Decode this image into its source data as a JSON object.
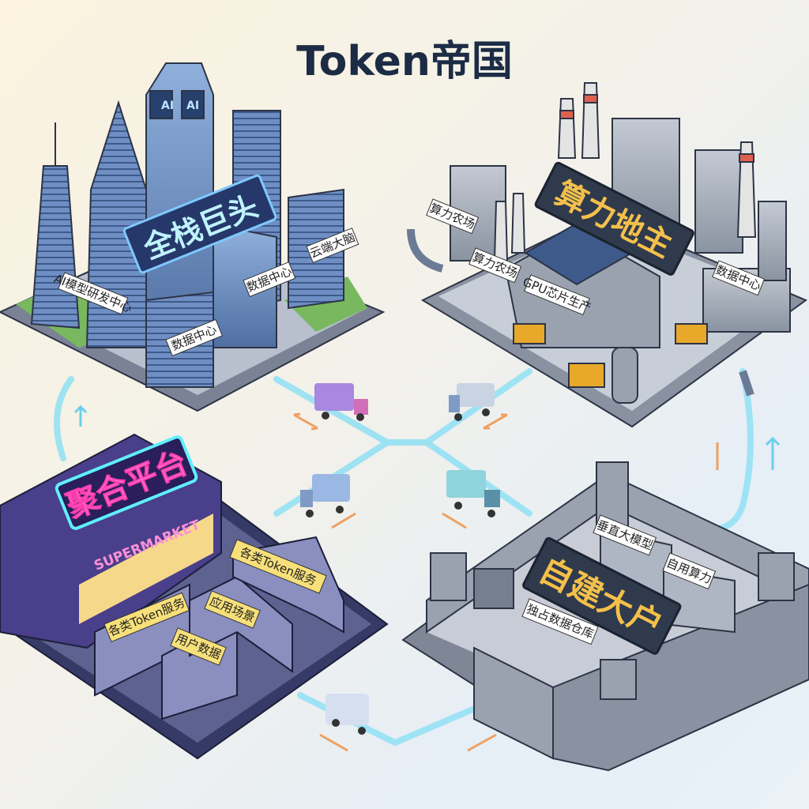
{
  "title": "Token帝国",
  "districts": {
    "fullstack": {
      "sign": "全栈巨头",
      "labels": [
        "AI模型研发中心",
        "数据中心",
        "数据中心",
        "云端大脑"
      ],
      "tower_badge": "AI"
    },
    "compute": {
      "sign": "算力地主",
      "labels": [
        "算力农场",
        "算力农场",
        "GPU芯片生产",
        "数据中心"
      ]
    },
    "aggregator": {
      "sign": "聚合平台",
      "subsign": "SUPERMARKET",
      "labels": [
        "各类Token服务",
        "各类Token服务",
        "应用场景",
        "用户数据"
      ]
    },
    "selfbuilt": {
      "sign": "自建大户",
      "labels": [
        "垂直大模型",
        "自用算力",
        "独占数据仓库"
      ]
    }
  },
  "colors": {
    "cyan_path": "#7fd8f0",
    "arrow": "#f0a060",
    "gold": "#f4c04a",
    "neon_pink": "#ff6ec7",
    "neon_cyan": "#5ff0ff"
  }
}
